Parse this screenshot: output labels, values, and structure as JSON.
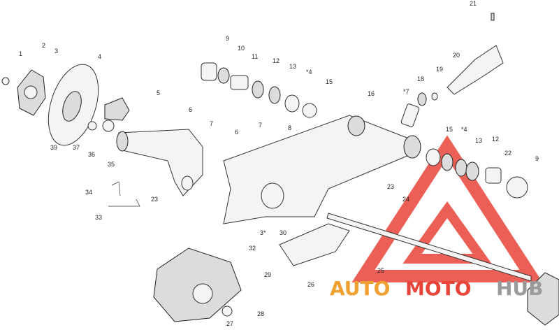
{
  "callouts": [
    "1",
    "2",
    "3",
    "4",
    "39",
    "37",
    "36",
    "35",
    "5",
    "6",
    "7",
    "34",
    "33",
    "23",
    "9",
    "10",
    "11",
    "12",
    "13",
    "*4",
    "15",
    "16",
    "*7",
    "18",
    "19",
    "20",
    "21",
    "15",
    "*4",
    "13",
    "12",
    "22",
    "9",
    "6",
    "7",
    "8",
    "3*",
    "30",
    "32",
    "23",
    "24",
    "29",
    "26",
    "25",
    "28",
    "27"
  ],
  "watermark": {
    "text_left": "AUTO",
    "text_mid": "MOTO",
    "text_right": "HUB",
    "color_red": "#e8443a",
    "color_orange": "#f0a030",
    "color_gray": "#9a9a9a"
  }
}
